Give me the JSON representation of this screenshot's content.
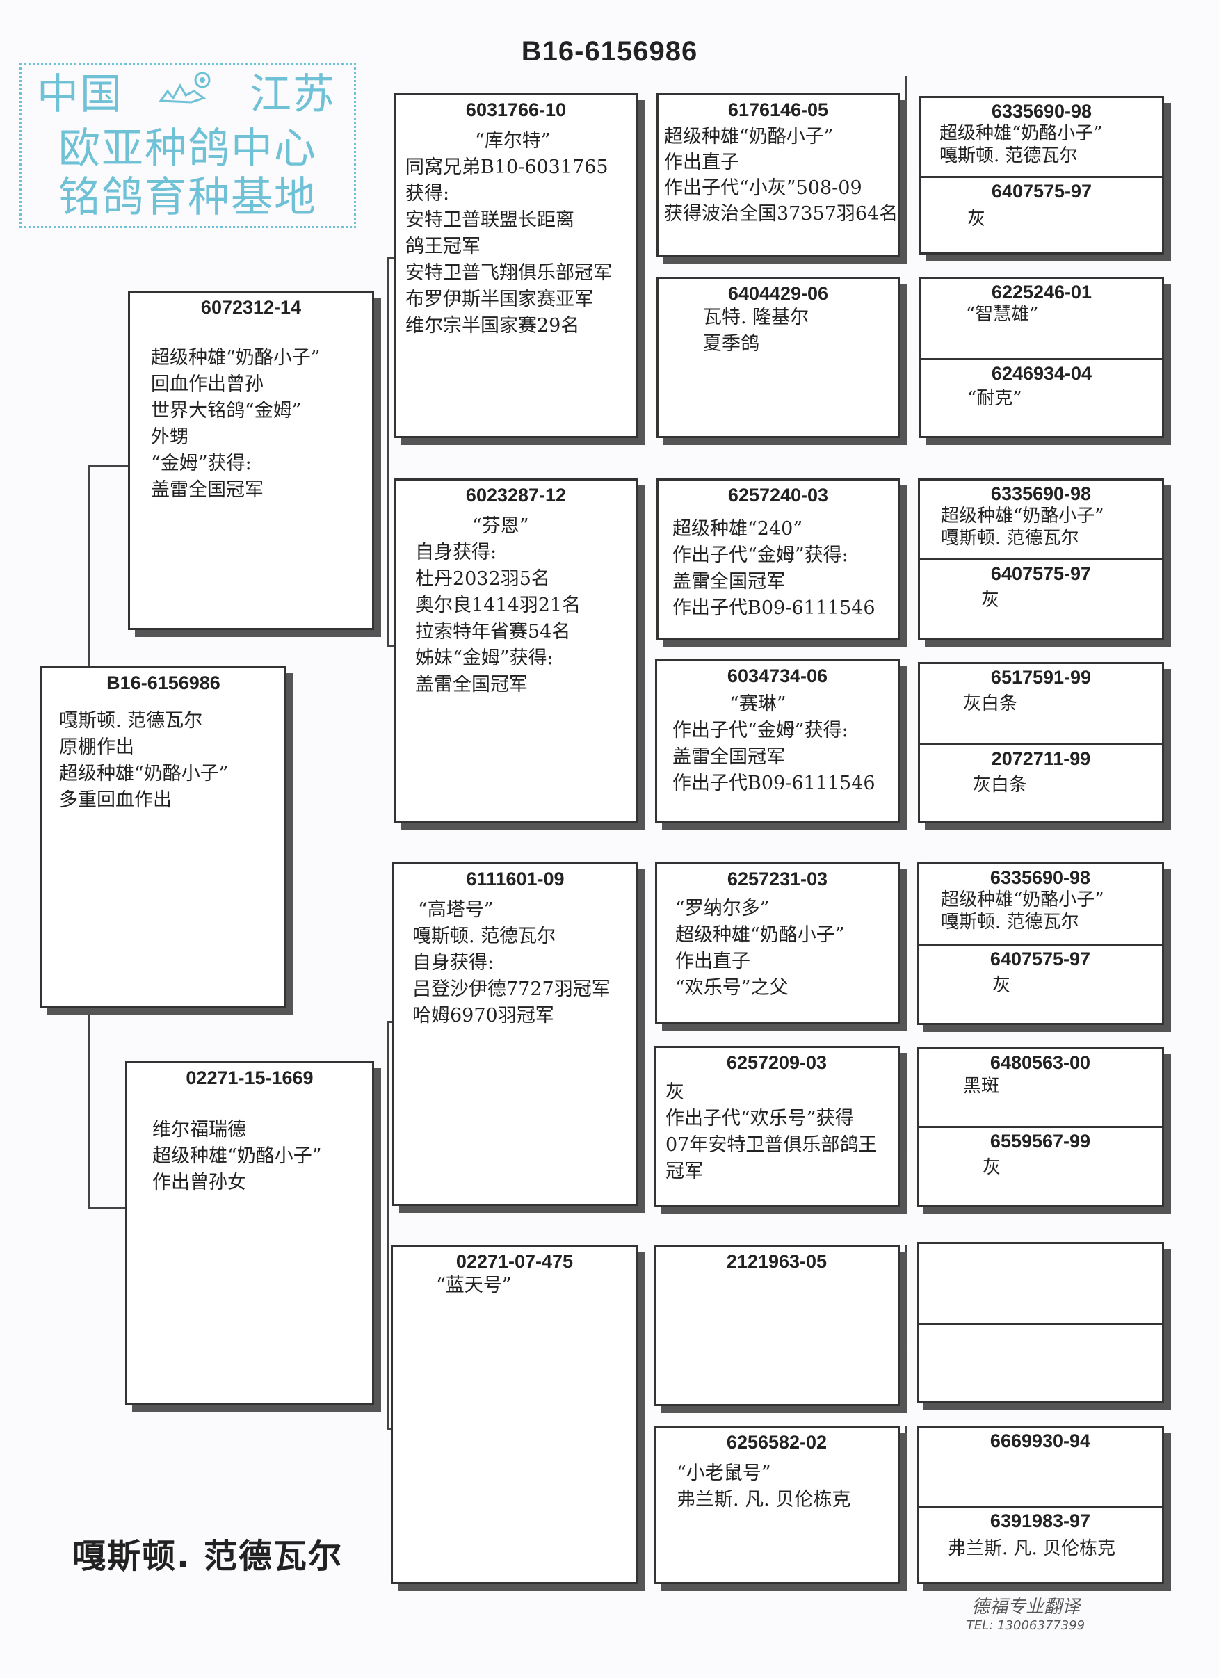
{
  "title": "B16-6156986",
  "stamp": {
    "line1_left": "中国",
    "line1_right": "江苏",
    "line2": "欧亚种鸽中心",
    "line3": "铭鸽育种基地",
    "logo_icon": "pigeon-logo-icon"
  },
  "subject": {
    "ring": "B16-6156986",
    "lines": [
      "嘎斯顿. 范德瓦尔",
      "原棚作出",
      "超级种雄“奶酪小子”",
      "多重回血作出"
    ]
  },
  "sire": {
    "ring": "6072312-14",
    "lines": [
      "超级种雄“奶酪小子”",
      "回血作出曾孙",
      "世界大铭鸽“金姆”",
      "外甥",
      "“金姆”获得:",
      "盖雷全国冠军"
    ]
  },
  "dam": {
    "ring": "02271-15-1669",
    "lines": [
      "维尔福瑞德",
      "超级种雄“奶酪小子”",
      "作出曾孙女"
    ]
  },
  "ss": {
    "ring": "6031766-10",
    "lines": [
      "",
      "“库尔特”",
      "同窝兄弟B10-6031765",
      "获得:",
      "安特卫普联盟长距离",
      "鸽王冠军",
      "安特卫普飞翔俱乐部冠军",
      "布罗伊斯半国家赛亚军",
      "维尔宗半国家赛29名"
    ]
  },
  "sd": {
    "ring": "6023287-12",
    "lines": [
      "",
      "“芬恩”",
      "自身获得:",
      "杜丹2032羽5名",
      "奥尔良1414羽21名",
      "拉索特年省赛54名",
      "姊妹“金姆”获得:",
      "盖雷全国冠军"
    ]
  },
  "ds": {
    "ring": "6111601-09",
    "lines": [
      "",
      "“高塔号”",
      "嘎斯顿. 范德瓦尔",
      "自身获得:",
      "吕登沙伊德7727羽冠军",
      "哈姆6970羽冠军"
    ]
  },
  "dd": {
    "ring": "02271-07-475",
    "lines": [
      "",
      "“蓝天号”"
    ]
  },
  "gen3": [
    {
      "ring": "6176146-05",
      "lines": [
        "超级种雄“奶酪小子”",
        "作出直子",
        "作出子代“小灰”508-09",
        "获得波治全国37357羽64名"
      ]
    },
    {
      "ring": "6404429-06",
      "lines": [
        "",
        "瓦特. 隆基尔",
        "夏季鸽"
      ]
    },
    {
      "ring": "6257240-03",
      "lines": [
        "超级种雄“240”",
        "作出子代“金姆”获得:",
        "盖雷全国冠军",
        "作出子代B09-6111546"
      ]
    },
    {
      "ring": "6034734-06",
      "lines": [
        "“赛琳”",
        "作出子代“金姆”获得:",
        "盖雷全国冠军",
        "作出子代B09-6111546"
      ]
    },
    {
      "ring": "6257231-03",
      "lines": [
        "“罗纳尔多”",
        "超级种雄“奶酪小子”",
        "作出直子",
        "“欢乐号”之父"
      ]
    },
    {
      "ring": "6257209-03",
      "lines": [
        "灰",
        "作出子代“欢乐号”获得",
        "07年安特卫普俱乐部鸽王",
        "冠军"
      ]
    },
    {
      "ring": "2121963-05",
      "lines": []
    },
    {
      "ring": "6256582-02",
      "lines": [
        "“小老鼠号”",
        "弗兰斯. 凡. 贝伦栋克"
      ]
    }
  ],
  "gen4": [
    {
      "top": {
        "ring": "6335690-98",
        "lines": [
          "超级种雄“奶酪小子”",
          "嘎斯顿. 范德瓦尔"
        ]
      },
      "bottom": {
        "ring": "6407575-97",
        "lines": [
          "灰"
        ]
      }
    },
    {
      "top": {
        "ring": "6225246-01",
        "lines": [
          "“智慧雄”"
        ]
      },
      "bottom": {
        "ring": "6246934-04",
        "lines": [
          "“耐克”"
        ]
      }
    },
    {
      "top": {
        "ring": "6335690-98",
        "lines": [
          "超级种雄“奶酪小子”",
          "嘎斯顿. 范德瓦尔"
        ]
      },
      "bottom": {
        "ring": "6407575-97",
        "lines": [
          "灰"
        ]
      }
    },
    {
      "top": {
        "ring": "6517591-99",
        "lines": [
          "灰白条"
        ]
      },
      "bottom": {
        "ring": "2072711-99",
        "lines": [
          "灰白条"
        ]
      }
    },
    {
      "top": {
        "ring": "6335690-98",
        "lines": [
          "超级种雄“奶酪小子”",
          "嘎斯顿. 范德瓦尔"
        ]
      },
      "bottom": {
        "ring": "6407575-97",
        "lines": [
          "灰"
        ]
      }
    },
    {
      "top": {
        "ring": "6480563-00",
        "lines": [
          "黑斑"
        ]
      },
      "bottom": {
        "ring": "6559567-99",
        "lines": [
          "灰"
        ]
      }
    },
    {
      "top": {
        "ring": "",
        "lines": []
      },
      "bottom": {
        "ring": "",
        "lines": []
      }
    },
    {
      "top": {
        "ring": "6669930-94",
        "lines": []
      },
      "bottom": {
        "ring": "6391983-97",
        "lines": [
          "弗兰斯. 凡. 贝伦栋克"
        ]
      }
    }
  ],
  "owner": "嘎斯顿. 范德瓦尔",
  "translator": {
    "name": "德福专业翻译",
    "tel": "TEL: 13006377399"
  }
}
